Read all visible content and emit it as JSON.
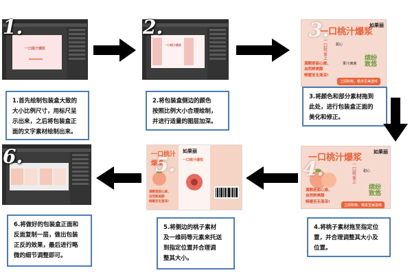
{
  "steps": [
    {
      "num": "1.",
      "caption": "1.首先绘制包装盒大致的\n大小比例尺寸，用标尺呈\n示出来，之后将包装盒正\n面的文字素材绘制出来。"
    },
    {
      "num": "2.",
      "caption": "2.将包装盒侧边的颜色\n按照比例大小合理绘制，\n并进行适量的图层加深。"
    },
    {
      "num": "3.",
      "caption": "3.将颜色和部分素材拖到\n此处，进行包装盒正面的\n美化和修正。"
    },
    {
      "num": "4.",
      "caption": "4.将桃子素材拖至指定位\n置，并合理调整其大小及\n位置。"
    },
    {
      "num": "5.",
      "caption": "5.将侧边的桃子素材\n及一维码等元素来托送\n到指定位置并合理调\n整其大小。"
    },
    {
      "num": "6.",
      "caption": "6.将做好的包装盒正面和\n反面复制一层，做出包装\n正反的效果，最后进行略\n微的细节调整即可。"
    }
  ],
  "mockup": {
    "title": "一口桃汁爆浆",
    "brand": "如果丽",
    "vertical": "一口就爱上",
    "tag1": "甜心",
    "tag2": "果汁满满",
    "lines": "满颗是甜心扉，\n自然鲜美醇\n畅暖至无渐深!",
    "button": "立即购物，畅享至美滋味",
    "green": "缤纷\n致悠"
  },
  "colors": {
    "arrow": "#000000",
    "caption_border": "#4a7db8",
    "accent": "#e8643a",
    "pink": "#f6d9cf"
  }
}
